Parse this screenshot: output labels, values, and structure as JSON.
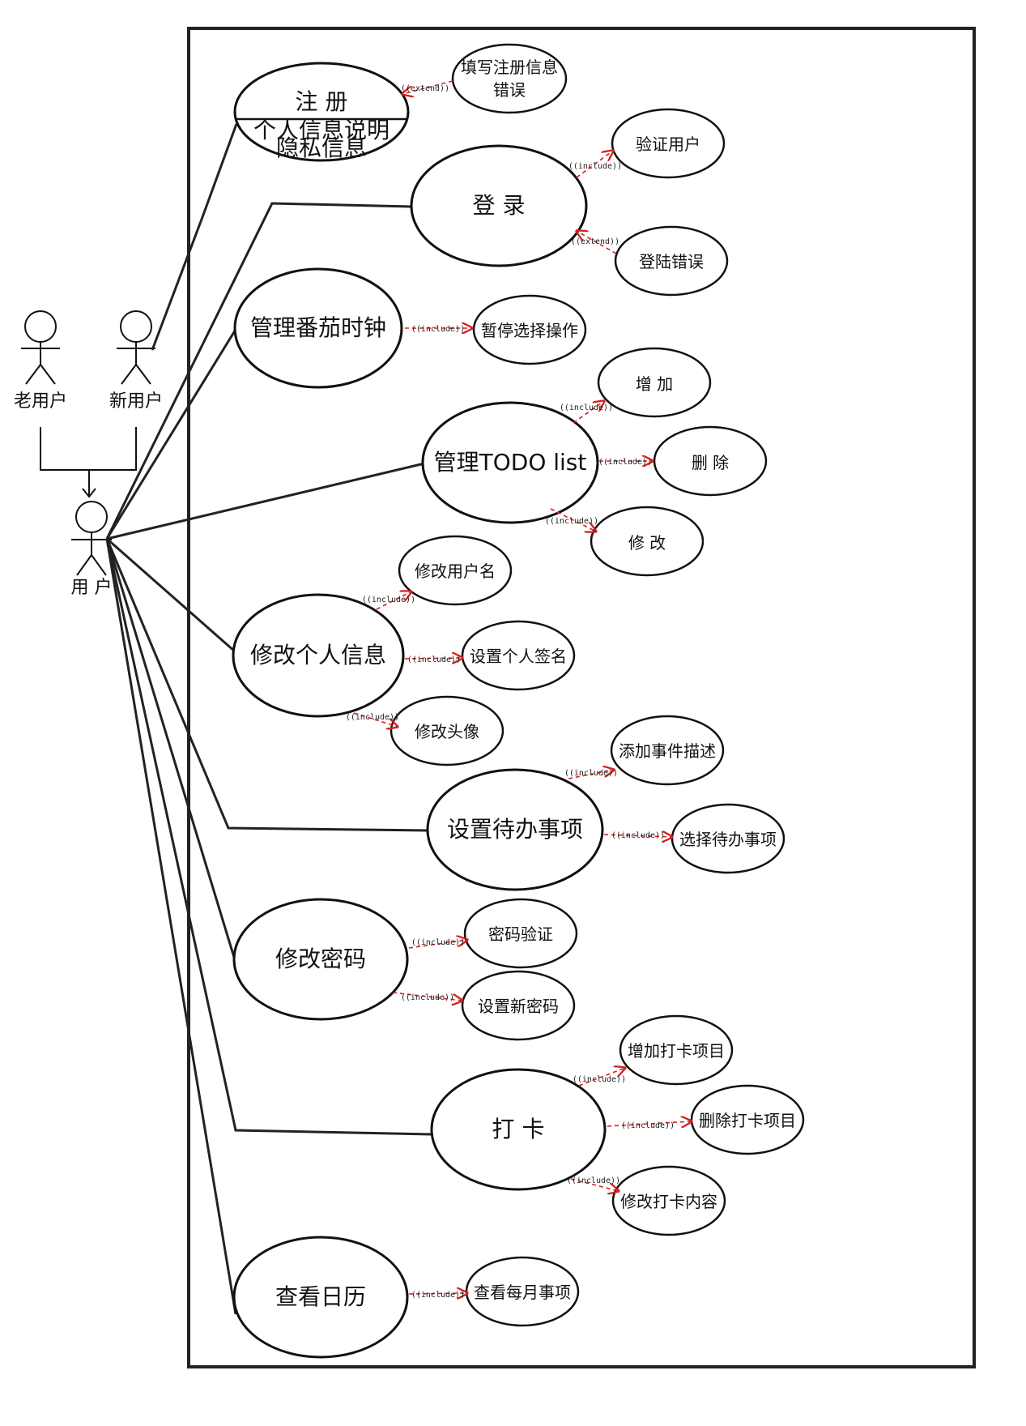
{
  "actors": {
    "old_user": "老用户",
    "new_user": "新用户",
    "user": "用 户"
  },
  "stereotypes": {
    "include": "((include))",
    "extend": "((extend))"
  },
  "use_cases": {
    "register": {
      "title": "注 册",
      "detail_1": "个人信息说明",
      "detail_2": "隐私信息"
    },
    "login": "登 录",
    "pomodoro": "管理番茄时钟",
    "todo": "管理TODO list",
    "profile": "修改个人信息",
    "schedule": "设置待办事项",
    "password": "修改密码",
    "checkin": "打 卡",
    "calendar": "查看日历"
  },
  "sub_cases": {
    "register_error_1": "填写注册信息",
    "register_error_2": "错误",
    "verify_user": "验证用户",
    "login_error": "登陆错误",
    "pause": "暂停选择操作",
    "todo_add": "增 加",
    "todo_delete": "删 除",
    "todo_edit": "修 改",
    "edit_username": "修改用户名",
    "set_signature": "设置个人签名",
    "edit_avatar": "修改头像",
    "add_description": "添加事件描述",
    "select_todo": "选择待办事项",
    "password_verify": "密码验证",
    "set_new_password": "设置新密码",
    "add_checkin": "增加打卡项目",
    "delete_checkin": "删除打卡项目",
    "edit_checkin": "修改打卡内容",
    "monthly_events": "查看每月事项"
  },
  "colors": {
    "line": "#111111",
    "relation": "#d42020"
  }
}
